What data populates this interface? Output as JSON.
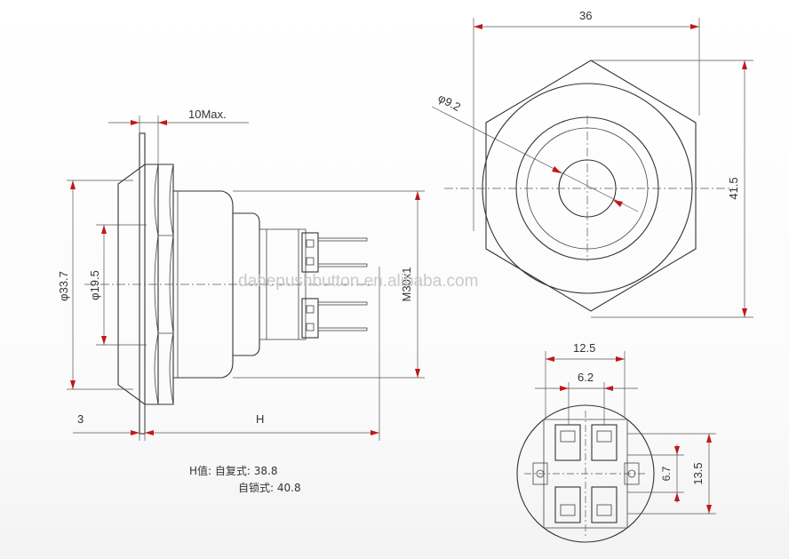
{
  "labels": {
    "max_thickness": "10Max.",
    "dia_outer": "φ33.7",
    "dia_inner": "φ19.5",
    "thread": "M30x1",
    "flange": "3",
    "height": "H",
    "hex_width": "36",
    "hex_height": "41.5",
    "lens_dia": "φ9.2",
    "term_outer": "12.5",
    "term_inner": "6.2",
    "term_pitch_small": "6.7",
    "term_pitch_large": "13.5"
  },
  "watermark": "dahepushbutton.en.alibaba.com",
  "notes": {
    "line1": "H值: 自复式: 38.8",
    "line2": "自锁式: 40.8"
  },
  "colors": {
    "line": "#333333",
    "arrow": "#c01818",
    "watermark": "#c9c9c9"
  }
}
